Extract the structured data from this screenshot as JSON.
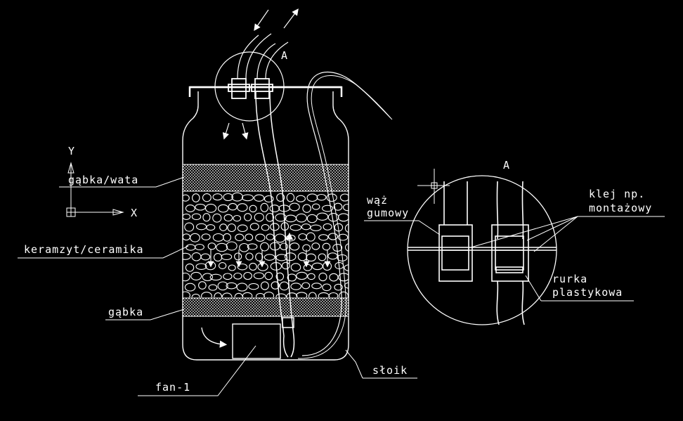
{
  "labels": {
    "foam_wool": "gąbka/wata",
    "ceramic": "keramzyt/ceramika",
    "foam": "gąbka",
    "fan": "fan-1",
    "jar": "słoik",
    "detail_top": "A",
    "detail_circle": "A",
    "hose_line1": "wąż",
    "hose_line2": "gumowy",
    "glue_line1": "klej np.",
    "glue_line2": "montażowy",
    "tube_line1": "rurka",
    "tube_line2": "plastykowa",
    "axis_y": "Y",
    "axis_x": "X"
  },
  "colors": {
    "background": "#000000",
    "stroke": "#ffffff"
  }
}
